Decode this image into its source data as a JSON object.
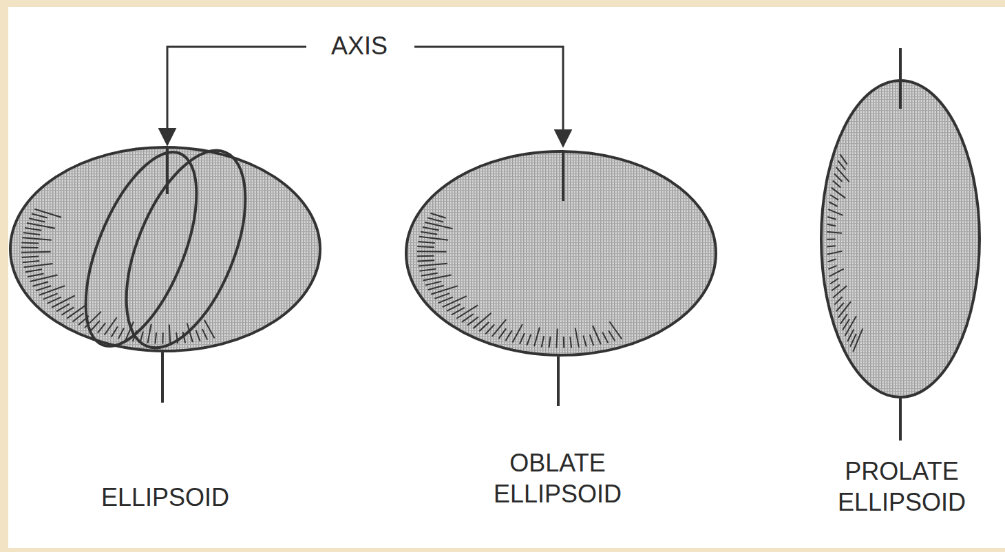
{
  "diagram": {
    "labels": [
      "AXIS",
      "ELLIPSOID",
      "OBLATE ELLIPSOID",
      "PROLATE ELLIPSOID"
    ]
  }
}
